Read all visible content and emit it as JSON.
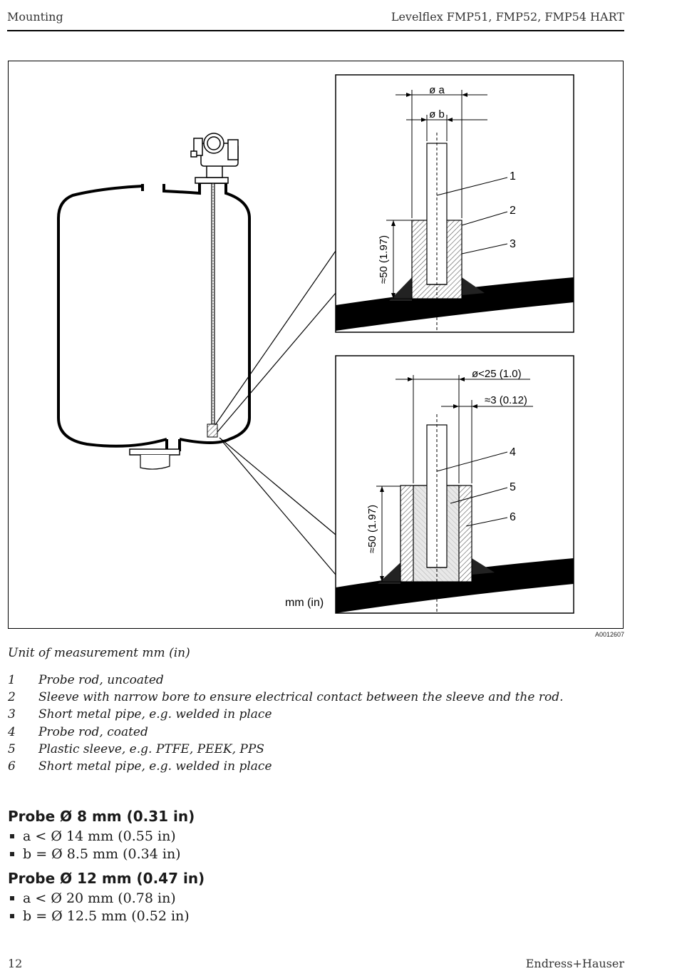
{
  "header": {
    "section": "Mounting",
    "product": "Levelflex FMP51, FMP52, FMP54 HART"
  },
  "figure": {
    "dim_a": "ø a",
    "dim_b": "ø b",
    "dim_height_top": "≈50 (1.97)",
    "dim_sleeve_outer": "ø<25 (1.0)",
    "dim_gap": "≈3 (0.12)",
    "dim_height_bottom": "≈50 (1.97)",
    "callouts": [
      "1",
      "2",
      "3",
      "4",
      "5",
      "6"
    ],
    "unit_label": "mm (in)",
    "figure_id": "A0012607"
  },
  "caption": "Unit of measurement mm (in)",
  "legend": [
    {
      "num": "1",
      "text": "Probe rod, uncoated"
    },
    {
      "num": "2",
      "text": "Sleeve with narrow bore to ensure electrical contact between the sleeve and the rod."
    },
    {
      "num": "3",
      "text": "Short metal pipe, e.g. welded in place"
    },
    {
      "num": "4",
      "text": "Probe rod, coated"
    },
    {
      "num": "5",
      "text": "Plastic sleeve, e.g. PTFE, PEEK, PPS"
    },
    {
      "num": "6",
      "text": "Short metal pipe, e.g. welded in place"
    }
  ],
  "probes": [
    {
      "title": "Probe Ø 8 mm (0.31 in)",
      "items": [
        "a < Ø 14 mm (0.55 in)",
        "b = Ø 8.5 mm (0.34 in)"
      ]
    },
    {
      "title": "Probe Ø 12 mm (0.47 in)",
      "items": [
        "a < Ø 20 mm (0.78 in)",
        "b = Ø 12.5 mm (0.52 in)"
      ]
    }
  ],
  "footer": {
    "page": "12",
    "brand": "Endress+Hauser"
  }
}
